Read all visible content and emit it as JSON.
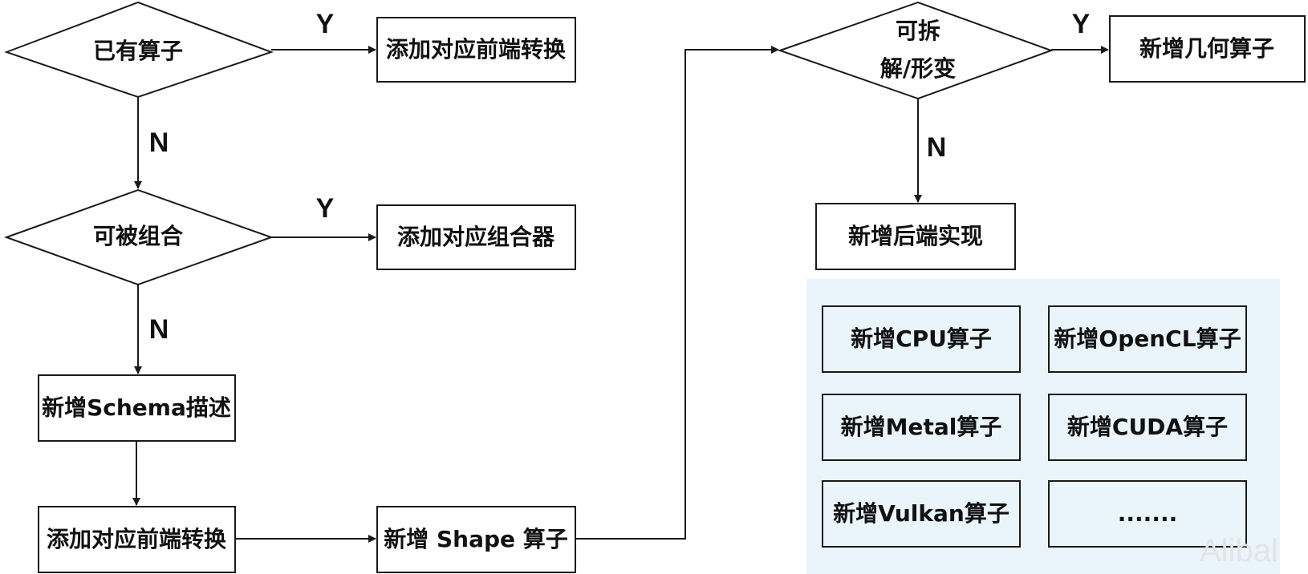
{
  "colors": {
    "stroke": "#1a1a1a",
    "panel": "#e9f4fb",
    "box_fill": "#e9f4fb",
    "text": "#111111"
  },
  "nodes": {
    "has_operator": "已有算子",
    "add_frontend_top": "添加对应前端转换",
    "combinable": "可被组合",
    "add_combiner": "添加对应组合器",
    "add_schema": "新增Schema描述",
    "add_frontend_bottom": "添加对应前端转换",
    "add_shape": "新增 Shape 算子",
    "decomposable_line1": "可拆",
    "decomposable_line2": "解/形变",
    "add_geometry": "新增几何算子",
    "add_backend": "新增后端实现"
  },
  "backends": {
    "cpu": "新增CPU算子",
    "opencl": "新增OpenCL算子",
    "metal": "新增Metal算子",
    "cuda": "新增CUDA算子",
    "vulkan": "新增Vulkan算子",
    "more": "......."
  },
  "labels": {
    "yes": "Y",
    "no": "N"
  },
  "watermark": "Alibal"
}
